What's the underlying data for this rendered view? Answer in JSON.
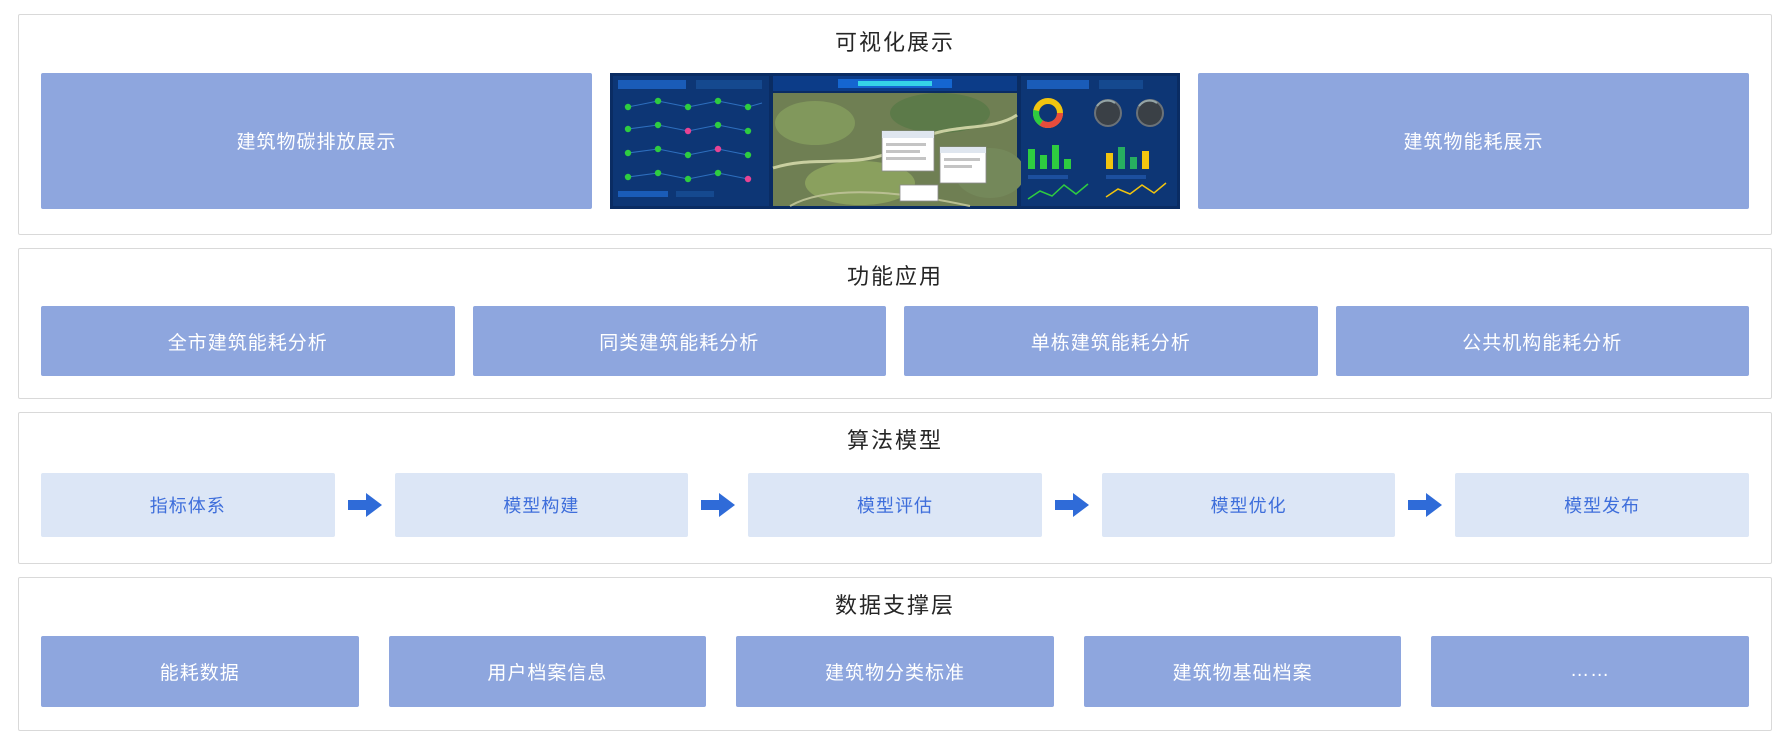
{
  "layers": [
    {
      "title": "可视化展示",
      "left_box": "建筑物碳排放展示",
      "right_box": "建筑物能耗展示",
      "center_image": "dashboard-screenshot"
    },
    {
      "title": "功能应用",
      "items": [
        "全市建筑能耗分析",
        "同类建筑能耗分析",
        "单栋建筑能耗分析",
        "公共机构能耗分析"
      ]
    },
    {
      "title": "算法模型",
      "steps": [
        "指标体系",
        "模型构建",
        "模型评估",
        "模型优化",
        "模型发布"
      ]
    },
    {
      "title": "数据支撑层",
      "items": [
        "能耗数据",
        "用户档案信息",
        "建筑物分类标准",
        "建筑物基础档案",
        "……"
      ]
    }
  ],
  "colors": {
    "box_blue": "#8ea6de",
    "light_blue_box": "#dce6f6",
    "accent_blue": "#2f6bd8",
    "step_text": "#3e6edb",
    "section_border": "#d9d9d9",
    "title_text": "#262626",
    "dashboard_bg": "#0a2c63"
  }
}
